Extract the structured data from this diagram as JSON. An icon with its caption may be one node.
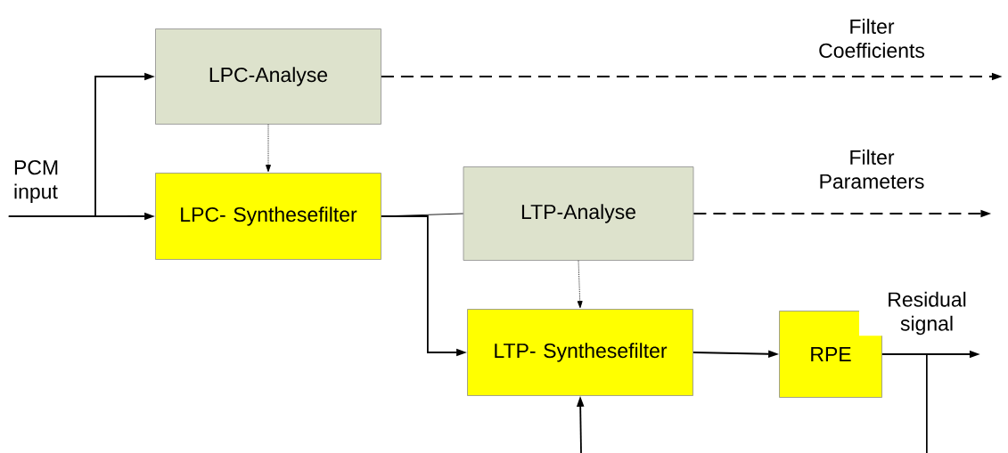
{
  "diagram": {
    "nodes": [
      {
        "text": [
          "PCM input"
        ]
      },
      {
        "text": [
          "LPC-Analyse"
        ]
      },
      {
        "text": [
          "LPC- Synthesefilter"
        ]
      },
      {
        "text": [
          "LTP-Analyse"
        ]
      },
      {
        "text": [
          "LTP- Synthesefilter"
        ]
      },
      {
        "text": [
          "RPE"
        ]
      }
    ],
    "edges": [
      {
        "from": 0,
        "to": 1,
        "arrow": "to"
      },
      {
        "from": 0,
        "to": 2,
        "arrow": "to"
      },
      {
        "from": 1,
        "to": 2,
        "arrow": "to",
        "style": "dashed"
      },
      {
        "from": 1,
        "to": null,
        "arrow": "to",
        "style": "dashed",
        "label": "Filter Coefficients"
      },
      {
        "from": 2,
        "to": 3,
        "arrow": "none"
      },
      {
        "from": 2,
        "to": 4,
        "arrow": "to"
      },
      {
        "from": 3,
        "to": 4,
        "arrow": "to",
        "style": "dashed"
      },
      {
        "from": 3,
        "to": null,
        "arrow": "to",
        "style": "dashed",
        "label": "Filter Parameters"
      },
      {
        "from": 4,
        "to": 5,
        "arrow": "to"
      },
      {
        "from": 5,
        "to": null,
        "arrow": "to",
        "label": "Residual signal"
      },
      {
        "from": 5,
        "to": null,
        "arrow": "none"
      },
      {
        "from": null,
        "to": 4,
        "arrow": "to"
      }
    ]
  }
}
